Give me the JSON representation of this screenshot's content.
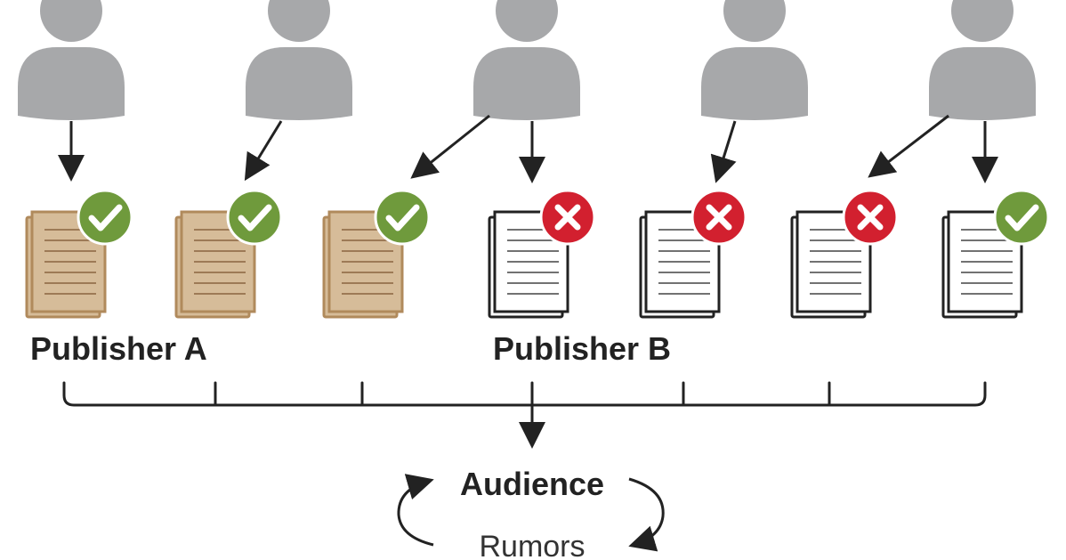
{
  "labels": {
    "publisher_a": "Publisher A",
    "publisher_b": "Publisher B",
    "audience": "Audience",
    "rumors": "Rumors"
  },
  "colors": {
    "person": "#a7a8aa",
    "arrow": "#222222",
    "publisher_a_doc": "#d6bc99",
    "publisher_a_doc_border": "#b08a5c",
    "publisher_b_doc": "#ffffff",
    "publisher_b_doc_border": "#222222",
    "check_badge": "#6f9a3c",
    "cross_badge": "#d2202f"
  },
  "people": [
    {
      "id": "person-1",
      "icon": "person-icon"
    },
    {
      "id": "person-2",
      "icon": "person-icon"
    },
    {
      "id": "person-3",
      "icon": "person-icon"
    },
    {
      "id": "person-4",
      "icon": "person-icon"
    },
    {
      "id": "person-5",
      "icon": "person-icon"
    }
  ],
  "documents": [
    {
      "publisher": "A",
      "status": "check"
    },
    {
      "publisher": "A",
      "status": "check"
    },
    {
      "publisher": "A",
      "status": "check"
    },
    {
      "publisher": "B",
      "status": "cross"
    },
    {
      "publisher": "B",
      "status": "cross"
    },
    {
      "publisher": "B",
      "status": "cross"
    },
    {
      "publisher": "B",
      "status": "check"
    }
  ]
}
